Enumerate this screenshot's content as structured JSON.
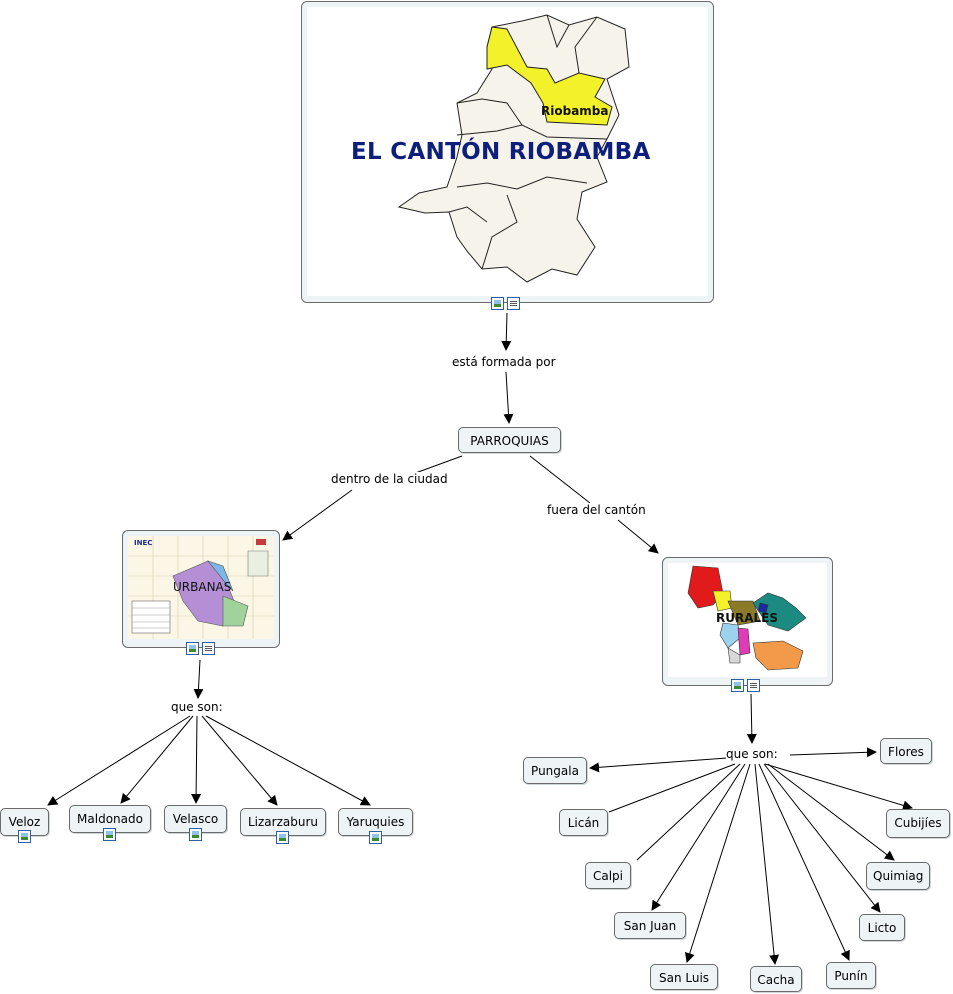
{
  "top_concept": {
    "title": "EL CANTÓN RIOBAMBA",
    "map_highlight_label": "Riobamba"
  },
  "link_labels": {
    "formed_by": "está formada por",
    "inside_city": "dentro de la ciudad",
    "outside_canton": "fuera del cantón",
    "urban_which_are": "que son:",
    "rural_which_are": "que son:"
  },
  "parroquias": {
    "label": "PARROQUIAS"
  },
  "urbanas": {
    "image_label": "URBANAS",
    "items": [
      "Veloz",
      "Maldonado",
      "Velasco",
      "Lizarzaburu",
      "Yaruquies"
    ]
  },
  "rurales": {
    "image_label": "RURALES",
    "items": [
      "Flores",
      "Pungala",
      "Cubijíes",
      "Licán",
      "Quimiag",
      "Calpi",
      "Licto",
      "San Juan",
      "San Luis",
      "Cacha",
      "Punín"
    ]
  },
  "colors": {
    "node_fill": "#eef3f6",
    "node_border": "#6b6b6b",
    "title_color": "#0d1f7a",
    "map_highlight": "#f3f22a"
  }
}
